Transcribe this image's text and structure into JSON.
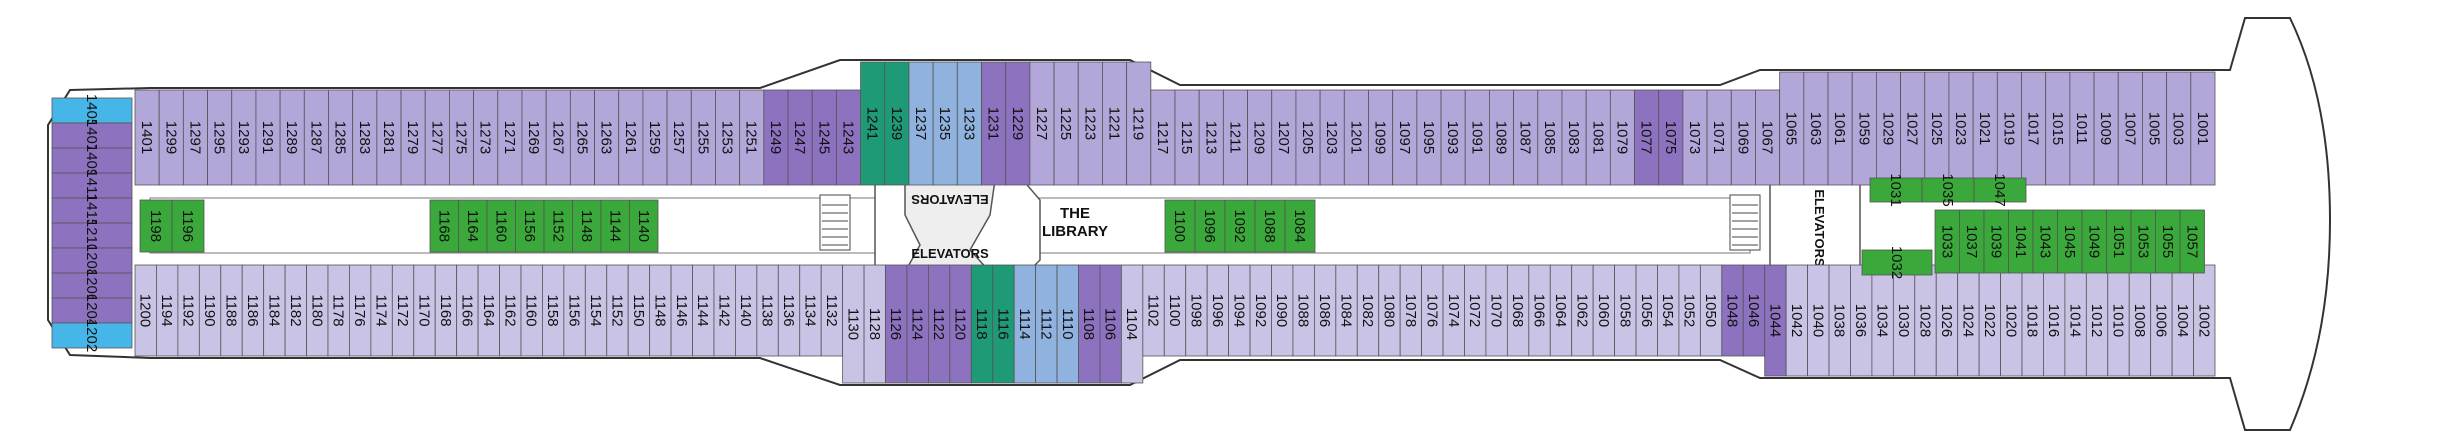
{
  "colors": {
    "hull_outline": "#333333",
    "lavender_light": "#c9c3e6",
    "lavender_mid": "#b3a6d9",
    "purple": "#8c72bf",
    "teal": "#1f9a76",
    "blue": "#8fb2df",
    "green": "#3aa83a",
    "cyan": "#46b6e8",
    "corridor": "#ffffff"
  },
  "venues": {
    "library_line1": "THE",
    "library_line2": "LIBRARY",
    "elevators_upper": "ELEVATORS",
    "elevators_lower": "ELEVATORS",
    "elevators_right": "ELEVATORS"
  },
  "top_row": [
    "1401",
    "1299",
    "1297",
    "1295",
    "1293",
    "1291",
    "1289",
    "1287",
    "1285",
    "1283",
    "1281",
    "1279",
    "1277",
    "1275",
    "1273",
    "1271",
    "1269",
    "1267",
    "1265",
    "1263",
    "1261",
    "1259",
    "1257",
    "1255",
    "1253",
    "1251",
    "1249",
    "1247",
    "1245",
    "1243",
    "1241",
    "1239",
    "1237",
    "1235",
    "1233",
    "1231",
    "1229",
    "1227",
    "1225",
    "1223",
    "1221",
    "1219",
    "1217",
    "1215",
    "1213",
    "1211",
    "1209",
    "1207",
    "1205",
    "1203",
    "1201",
    "1099",
    "1097",
    "1095",
    "1093",
    "1091",
    "1089",
    "1087",
    "1085",
    "1083",
    "1081",
    "1079",
    "1077",
    "1075",
    "1073",
    "1071",
    "1069",
    "1067",
    "1065",
    "1063",
    "1061",
    "1059",
    "1029",
    "1027",
    "1025",
    "1023",
    "1021",
    "1019",
    "1017",
    "1015",
    "1011",
    "1009",
    "1007",
    "1005",
    "1003",
    "1001"
  ],
  "bottom_row": [
    "1200",
    "1194",
    "1192",
    "1190",
    "1188",
    "1186",
    "1184",
    "1182",
    "1180",
    "1178",
    "1176",
    "1174",
    "1172",
    "1170",
    "1168",
    "1166",
    "1164",
    "1162",
    "1160",
    "1158",
    "1156",
    "1154",
    "1152",
    "1150",
    "1148",
    "1146",
    "1144",
    "1142",
    "1140",
    "1138",
    "1136",
    "1134",
    "1132",
    "1130",
    "1128",
    "1126",
    "1124",
    "1122",
    "1120",
    "1118",
    "1116",
    "1114",
    "1112",
    "1110",
    "1108",
    "1106",
    "1104",
    "1102",
    "1100",
    "1098",
    "1096",
    "1094",
    "1092",
    "1090",
    "1088",
    "1086",
    "1084",
    "1082",
    "1080",
    "1078",
    "1076",
    "1074",
    "1072",
    "1070",
    "1068",
    "1066",
    "1064",
    "1062",
    "1060",
    "1058",
    "1056",
    "1054",
    "1052",
    "1050",
    "1048",
    "1046",
    "1044",
    "1042",
    "1040",
    "1038",
    "1036",
    "1034",
    "1030",
    "1028",
    "1026",
    "1024",
    "1022",
    "1020",
    "1018",
    "1016",
    "1014",
    "1012",
    "1010",
    "1008",
    "1006",
    "1004",
    "1002"
  ],
  "bow_cabins": [
    "1405",
    "1407",
    "1409",
    "1411",
    "1415",
    "1210",
    "1208",
    "1206",
    "1204",
    "1202"
  ],
  "inner_left": [
    "1198",
    "1196"
  ],
  "inner_left_mid": [
    "1168",
    "1164",
    "1160",
    "1156",
    "1152",
    "1148",
    "1144",
    "1140"
  ],
  "inner_center": [
    "1100",
    "1096",
    "1092",
    "1088",
    "1084"
  ],
  "inner_right_top": [
    "1031",
    "1035",
    "1047"
  ],
  "inner_right_lower": [
    "1033",
    "1037",
    "1039",
    "1041",
    "1043",
    "1045",
    "1049",
    "1051",
    "1053",
    "1055",
    "1057"
  ],
  "inner_right_single": "1032"
}
